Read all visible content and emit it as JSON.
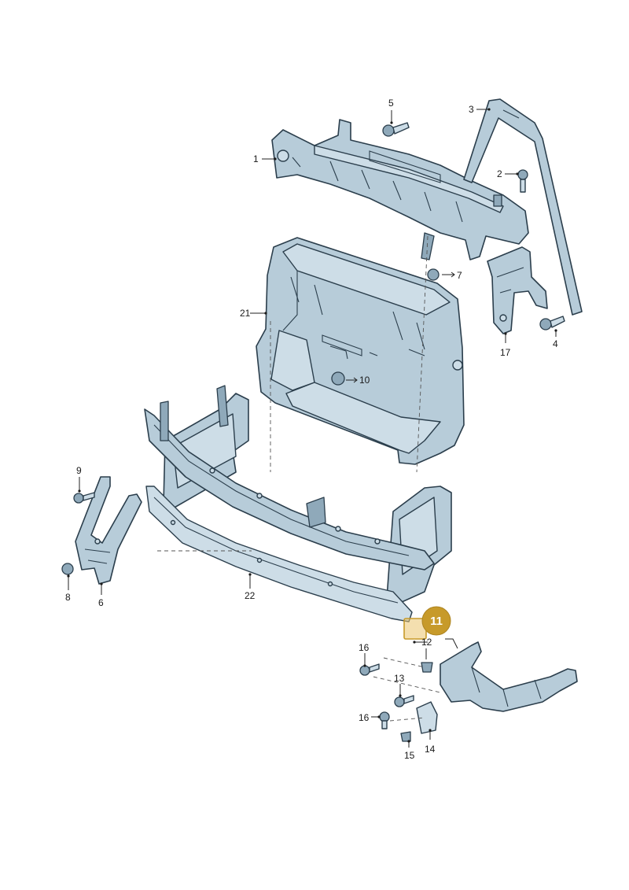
{
  "labels": {
    "p1": "1",
    "p2": "2",
    "p3": "3",
    "p4": "4",
    "p5": "5",
    "p6": "6",
    "p7": "7",
    "p8": "8",
    "p9": "9",
    "p10": "10",
    "p11": "11",
    "p12": "12",
    "p13": "13",
    "p14": "14",
    "p15": "15",
    "p16a": "16",
    "p16b": "16",
    "p17": "17",
    "p21": "21",
    "p22": "22"
  },
  "colors": {
    "part_fill": "#b7ccd9",
    "outline": "#2b3e4c",
    "highlight": "#c79a2a"
  },
  "highlighted_part": "11"
}
